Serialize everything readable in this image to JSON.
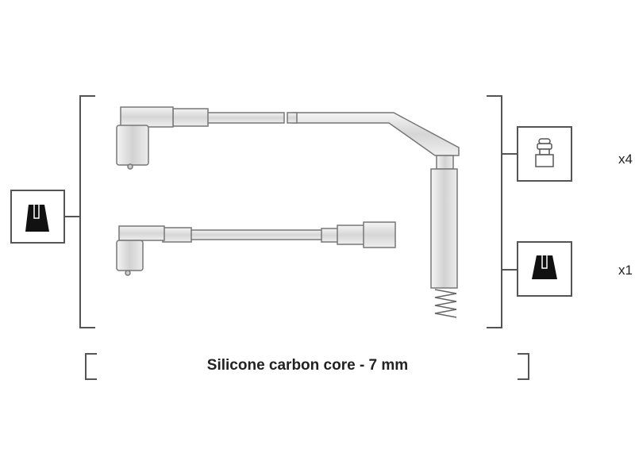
{
  "labels": {
    "qty_top": "x4",
    "qty_bottom": "x1",
    "caption": "Silicone carbon core - 7 mm"
  },
  "colors": {
    "line": "#555555",
    "part_fill": "#e4e4e4",
    "icon_fill": "#111111"
  }
}
